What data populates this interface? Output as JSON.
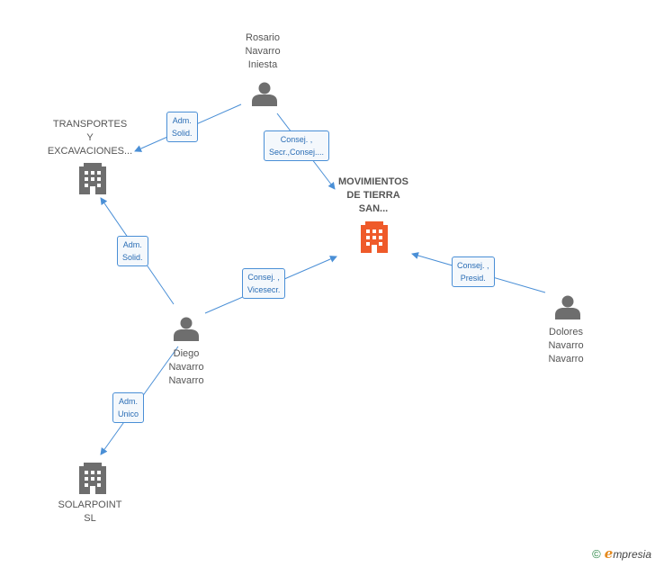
{
  "nodes": {
    "rosario": {
      "lines": [
        "Rosario",
        "Navarro",
        "Iniesta"
      ],
      "type": "person"
    },
    "transportes": {
      "lines": [
        "TRANSPORTES",
        "Y",
        "EXCAVACIONES..."
      ],
      "type": "company"
    },
    "movimientos": {
      "lines": [
        "MOVIMIENTOS",
        "DE TIERRA",
        "SAN..."
      ],
      "type": "company-main"
    },
    "diego": {
      "lines": [
        "Diego",
        "Navarro",
        "Navarro"
      ],
      "type": "person"
    },
    "dolores": {
      "lines": [
        "Dolores",
        "Navarro",
        "Navarro"
      ],
      "type": "person"
    },
    "solarpoint": {
      "lines": [
        "SOLARPOINT",
        "SL"
      ],
      "type": "company"
    }
  },
  "edges": {
    "rosario_transportes": [
      "Adm.",
      "Solid."
    ],
    "rosario_movimientos": [
      "Consej. ,",
      "Secr.,Consej...."
    ],
    "diego_transportes": [
      "Adm.",
      "Solid."
    ],
    "diego_movimientos": [
      "Consej. ,",
      "Vicesecr."
    ],
    "dolores_movimientos": [
      "Consej. ,",
      "Presid."
    ],
    "diego_solarpoint": [
      "Adm.",
      "Unico"
    ]
  },
  "colors": {
    "edge": "#4a8fd6",
    "icon": "#6e6e6e",
    "main_icon": "#ef5a2a"
  },
  "footer": {
    "copyright": "©",
    "brand_initial": "e",
    "brand_rest": "mpresia"
  }
}
